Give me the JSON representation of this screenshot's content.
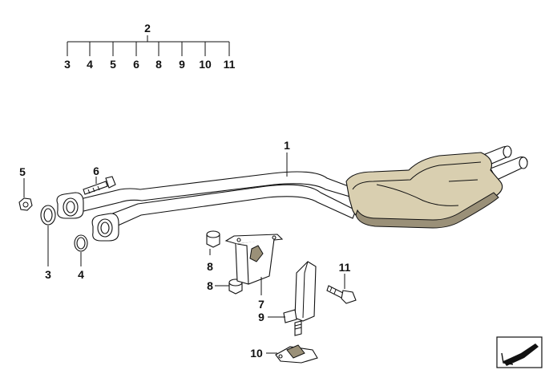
{
  "diagram": {
    "group_label": "2",
    "group_items": [
      "3",
      "4",
      "5",
      "6",
      "8",
      "9",
      "10",
      "11"
    ],
    "callouts": {
      "muffler": "1",
      "gasket_large": "3",
      "gasket_small": "4",
      "nut": "5",
      "bolt": "6",
      "hanger": "7",
      "bush_upper": "8",
      "bush_lower": "8",
      "bracket": "9",
      "clamp": "10",
      "screw": "11"
    },
    "icon": "bmw-navigation-arrow-icon",
    "colors": {
      "muffler_fill": "#d9cfb0",
      "line": "#111111"
    }
  }
}
